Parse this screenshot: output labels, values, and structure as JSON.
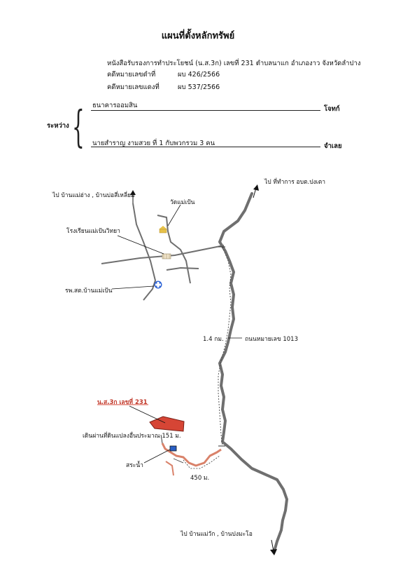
{
  "title": "แผนที่ตั้งหลักทรัพย์",
  "header": {
    "doc_line": "หนังสือรับรองการทำประโยชน์ (น.ส.3ก)  เลขที่  231  ตำบลนาแก  อำเภองาว  จังหวัดลำปาง",
    "black_case_label": "คดีหมายเลขดำที่",
    "black_case_value": "ผบ  426/2566",
    "red_case_label": "คดีหมายเลขแดงที่",
    "red_case_value": "ผบ  537/2566",
    "between_label": "ระหว่าง",
    "plaintiff_name": "ธนาคารออมสิน",
    "plaintiff_role": "โจทก์",
    "defendant_name": "นายสำราญ   งามสวย  ที่  1  กับพวกรวม  3  คน",
    "defendant_role": "จำเลย"
  },
  "map": {
    "to_north_west": "ไป บ้านแม่ฮ่าง , บ้านบ่อสี่เหลี่ยม",
    "to_north_east": "ไป ที่ทำการ อบต.ปงเตา",
    "temple": "วัดแม่เป้น",
    "school": "โรงเรียนแม่เป้นวิทยา",
    "hospital": "รพ.สต.บ้านแม่เป้น",
    "distance_main": "1.4 กม.",
    "road_name": "ถนนหมายเลข 1013",
    "parcel_label": "น.ส.3ก เลขที่ 231",
    "walk_label": "เดินผ่านที่ดินแปลงอื่นประมาณ 151 ม.",
    "pond_label": "สระน้ำ",
    "distance_side": "450 ม.",
    "to_south": "ไป บ้านแม่วัก , บ้านปงมะโอ",
    "colors": {
      "road": "#6f6f6f",
      "parcel": "#d64535",
      "path": "#d9826a",
      "pond": "#2a5fc4",
      "hospital": "#2f64d6"
    }
  }
}
